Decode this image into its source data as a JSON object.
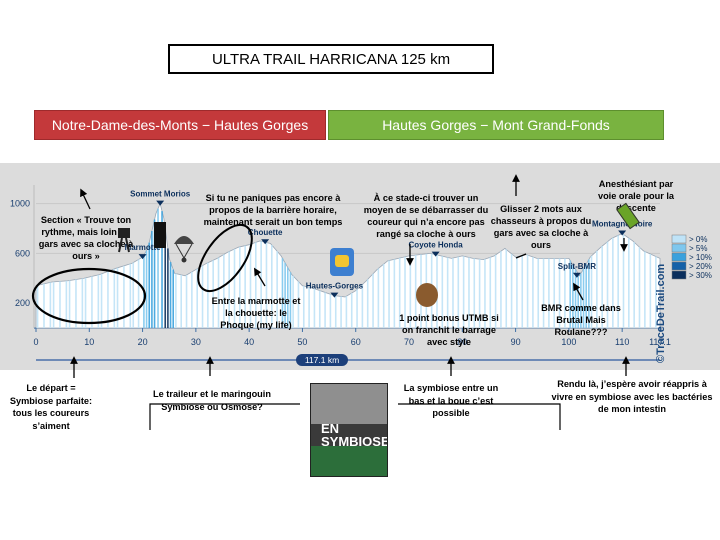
{
  "title": "ULTRA TRAIL HARRICANA 125 km",
  "segments": {
    "left": "Notre-Dame-des-Monts − Hautes Gorges",
    "right": "Hautes Gorges − Mont Grand-Fonds"
  },
  "profile": {
    "watermark": "©TraceDeTrail.com",
    "total_distance_badge": "117.1 km",
    "places": [
      {
        "name": "Sommet Morios"
      },
      {
        "name": "Marmotte"
      },
      {
        "name": "Chouette"
      },
      {
        "name": "Hautes-Gorges"
      },
      {
        "name": "Coyote Honda"
      },
      {
        "name": "Split-BMR"
      },
      {
        "name": "Montagne Noire"
      }
    ],
    "legend": [
      "> 0%",
      "> 5%",
      "> 10%",
      "> 20%",
      "> 30%"
    ]
  },
  "annotations_top": [
    "Section « Trouve ton rythme, mais loin du gars avec sa cloche à ours »",
    "Si tu ne paniques pas encore à propos de la barrière horaire, maintenant serait un bon temps",
    "Entre la marmotte et la chouette: le Phoque (my life)",
    "À ce stade-ci trouver un moyen de se débarrasser du coureur qui n’a encore pas rangé sa cloche à ours",
    "1 point bonus UTMB si on franchit le barrage avec style",
    "Glisser 2 mots aux chasseurs à propos du gars avec sa cloche à ours",
    "Anesthésiant par voie orale pour la descente",
    "BMR comme dans Brutal Mais Roulane???"
  ],
  "annotations_bottom": [
    "Le départ = Symbiose parfaite: tous les coureurs s’aiment",
    "Le traileur et le maringouin Symbiose ou Osmose?",
    "La symbiose entre un bas et la boue c’est possible",
    "Rendu là, j’espère avoir réappris à vivre en symbiose avec les bactéries de mon intestin"
  ],
  "photo_text": "EN SYMBIOSE",
  "chart_data": {
    "type": "area",
    "title": "ULTRA TRAIL HARRICANA 125 km",
    "xlabel": "",
    "ylabel": "",
    "xlim": [
      0,
      117.1
    ],
    "ylim": [
      0,
      1150
    ],
    "x_ticks": [
      0,
      10,
      20,
      30,
      40,
      50,
      60,
      70,
      80,
      90,
      100,
      110,
      117.1
    ],
    "y_ticks": [
      200,
      600,
      1000
    ],
    "x": [
      0,
      3,
      6,
      9,
      12,
      15,
      18,
      20,
      21,
      22.5,
      23.3,
      24,
      25,
      26,
      28,
      30,
      32,
      34,
      36,
      38,
      40,
      42,
      44,
      46,
      48,
      50,
      52,
      54,
      56,
      58,
      60,
      62,
      64,
      66,
      68,
      70,
      72,
      74,
      76,
      78,
      80,
      82,
      84,
      86,
      88,
      90,
      92,
      94,
      96,
      98,
      100,
      102,
      104,
      106,
      108,
      110,
      112,
      114,
      117.1
    ],
    "values": [
      340,
      370,
      380,
      400,
      430,
      480,
      520,
      570,
      640,
      920,
      1000,
      880,
      560,
      440,
      420,
      470,
      520,
      560,
      610,
      650,
      670,
      700,
      680,
      580,
      430,
      340,
      320,
      290,
      260,
      250,
      300,
      380,
      470,
      540,
      560,
      580,
      590,
      600,
      580,
      560,
      580,
      560,
      550,
      580,
      640,
      570,
      590,
      560,
      560,
      560,
      560,
      420,
      570,
      650,
      720,
      760,
      700,
      620,
      560
    ],
    "places": [
      {
        "name": "Sommet Morios",
        "x": 23.3,
        "y": 1000
      },
      {
        "name": "Marmotte",
        "x": 20,
        "y": 570
      },
      {
        "name": "Chouette",
        "x": 43,
        "y": 690
      },
      {
        "name": "Hautes-Gorges",
        "x": 56,
        "y": 260
      },
      {
        "name": "Coyote Honda",
        "x": 75,
        "y": 590
      },
      {
        "name": "Split-BMR",
        "x": 101.5,
        "y": 420
      },
      {
        "name": "Montagne Noire",
        "x": 110,
        "y": 760
      }
    ],
    "legend_placement": "right",
    "grid": true
  }
}
